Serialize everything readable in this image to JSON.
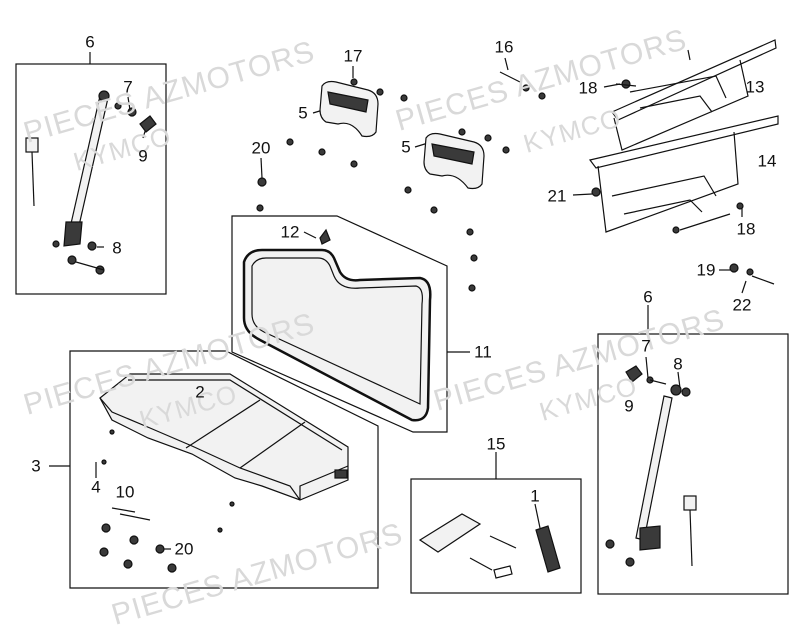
{
  "watermark": {
    "line1": "PIECES AZMOTORS",
    "line2": "KYMCO"
  },
  "callouts": {
    "c1": "1",
    "c2": "2",
    "c3": "3",
    "c4": "4",
    "c5a": "5",
    "c5b": "5",
    "c6a": "6",
    "c6b": "6",
    "c7a": "7",
    "c7b": "7",
    "c8a": "8",
    "c8b": "8",
    "c9a": "9",
    "c9b": "9",
    "c10": "10",
    "c11": "11",
    "c12": "12",
    "c13": "13",
    "c14": "14",
    "c15": "15",
    "c16": "16",
    "c17": "17",
    "c18a": "18",
    "c18b": "18",
    "c19": "19",
    "c20a": "20",
    "c20b": "20",
    "c21": "21",
    "c22": "22"
  },
  "colors": {
    "line": "#111111",
    "watermark": "#d9d9d9",
    "part_fill": "#f2f2f2",
    "part_shade": "#3a3a3a"
  }
}
